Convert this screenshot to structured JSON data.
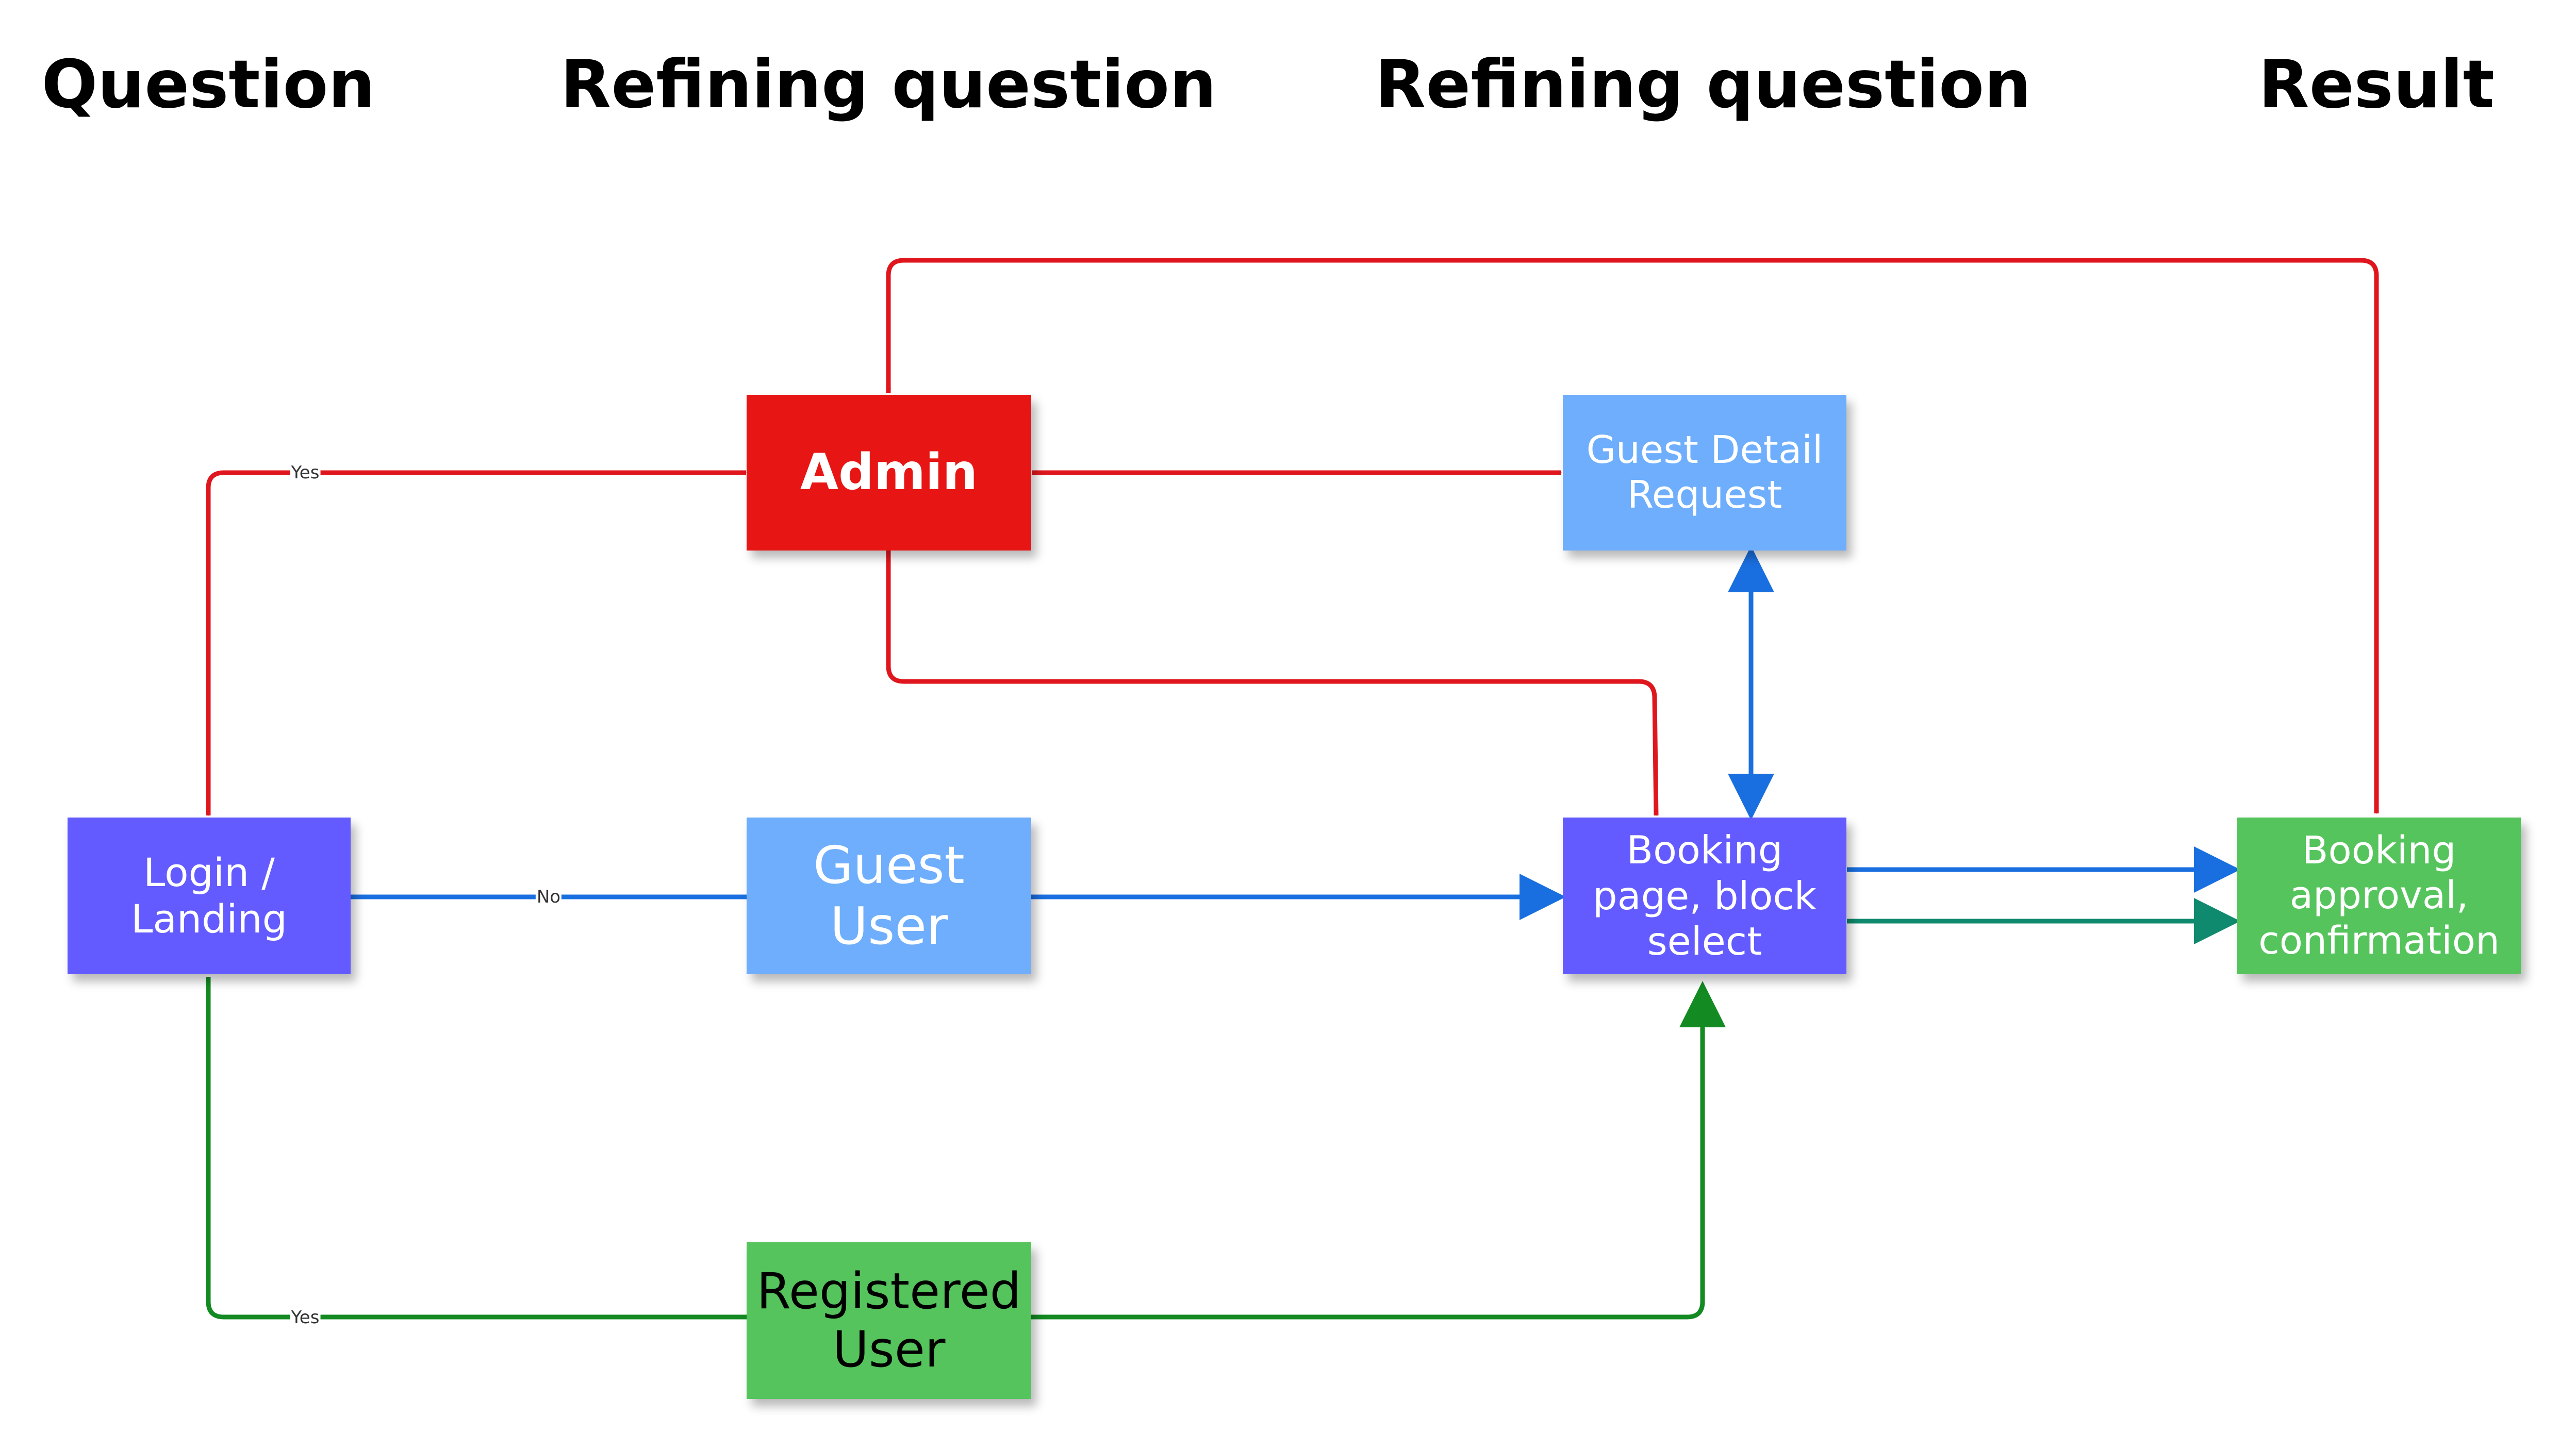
{
  "headers": {
    "question": "Question",
    "refining_1": "Refining question",
    "refining_2": "Refining question",
    "result": "Result"
  },
  "nodes": {
    "admin": "Admin",
    "guest_detail": "Guest Detail Request",
    "login": "Login / Landing",
    "guest_user": "Guest User",
    "booking": "Booking page, block select",
    "approval": "Booking approval, confirmation",
    "registered": "Registered User"
  },
  "edge_labels": {
    "login_admin": "Yes",
    "login_guest": "No",
    "login_registered": "Yes"
  },
  "colors": {
    "red_node": "#e81515",
    "light_blue_node": "#6eaefc",
    "purple_node": "#635bff",
    "green_node": "#55c45c",
    "red_edge": "#e0161e",
    "blue_edge": "#1a6fe0",
    "green_edge": "#138a22",
    "teal_edge": "#0f8a6e"
  }
}
